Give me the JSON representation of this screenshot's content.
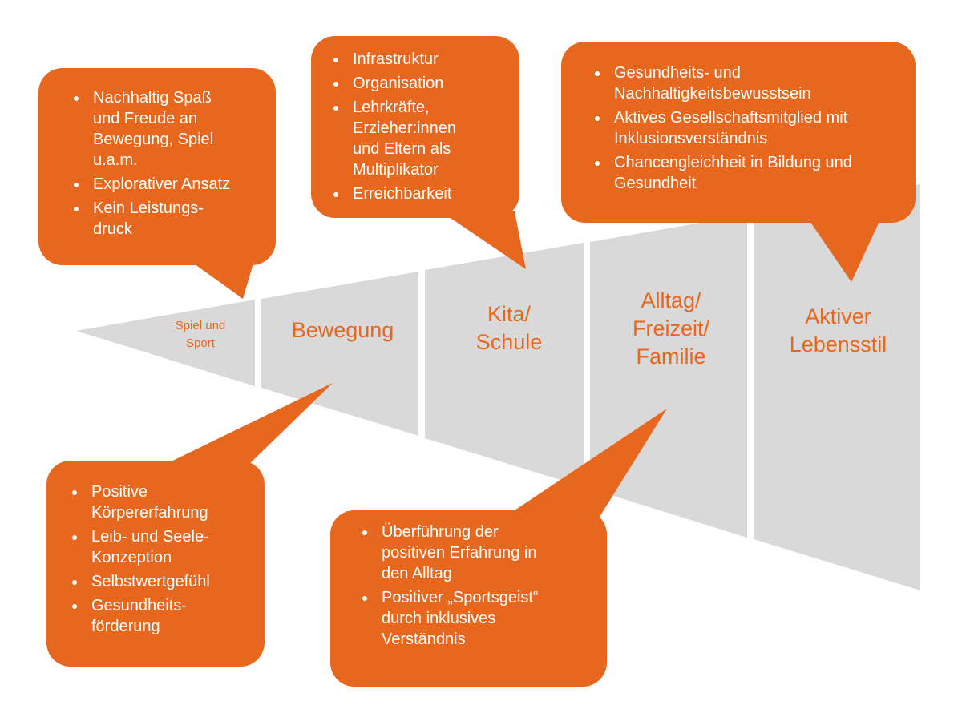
{
  "colors": {
    "orange": "#E8671E",
    "gray": "#D9D9D9",
    "background": "#FFFFFF"
  },
  "funnel": {
    "segments": [
      {
        "label": "Spiel und\nSport"
      },
      {
        "label": "Bewegung"
      },
      {
        "label": "Kita/\nSchule"
      },
      {
        "label": "Alltag/\nFreizeit/\nFamilie"
      },
      {
        "label": "Aktiver\nLebensstil"
      }
    ]
  },
  "callouts": [
    {
      "target": "Spiel und Sport",
      "items": [
        "Nachhaltig Spaß\nund Freude an\nBewegung, Spiel\nu.a.m.",
        "Explorativer Ansatz",
        "Kein Leistungs-\ndruck"
      ]
    },
    {
      "target": "Kita/Schule",
      "items": [
        "Infrastruktur",
        "Organisation",
        "Lehrkräfte,\nErzieher:innen\nund Eltern als\nMultiplikator",
        "Erreichbarkeit"
      ]
    },
    {
      "target": "Aktiver Lebensstil",
      "items": [
        "Gesundheits- und\nNachhaltigkeitsbewusstsein",
        "Aktives Gesellschaftsmitglied mit\nInklusionsverständnis",
        "Chancengleichheit in Bildung und\nGesundheit"
      ]
    },
    {
      "target": "Bewegung",
      "items": [
        "Positive\nKörpererfahrung",
        "Leib- und Seele-\nKonzeption",
        "Selbstwertgefühl",
        "Gesundheits-\nförderung"
      ]
    },
    {
      "target": "Alltag/Freizeit/Familie",
      "items": [
        "Überführung der\npositiven Erfahrung in\nden Alltag",
        "Positiver „Sportsgeist“\ndurch inklusives\nVerständnis"
      ]
    }
  ]
}
